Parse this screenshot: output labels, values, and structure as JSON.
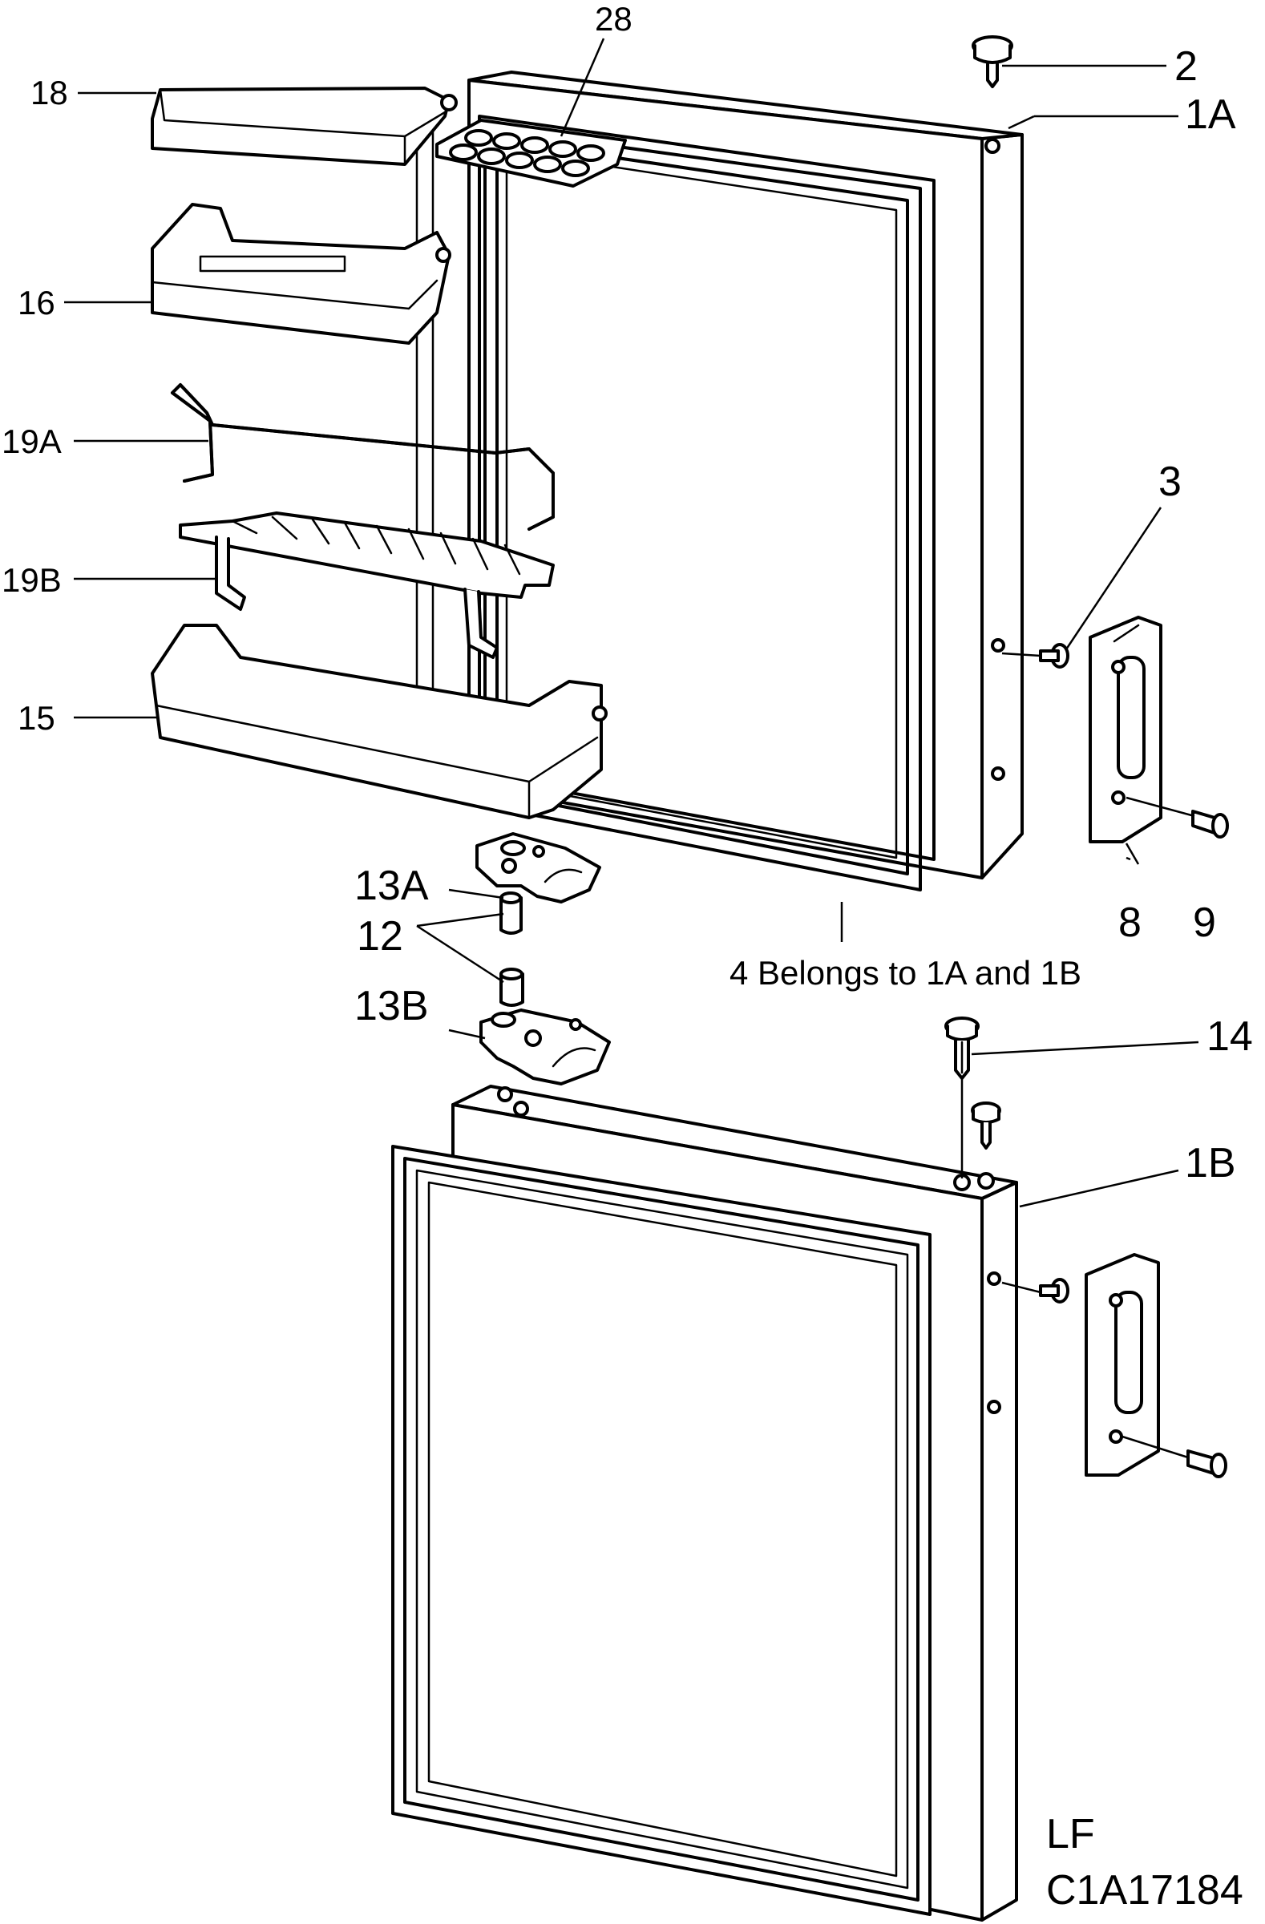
{
  "colors": {
    "line": "#000000",
    "background": "#ffffff",
    "part_fill": "#ffffff",
    "shade": "#e6e6e6"
  },
  "labels": {
    "p28": "28",
    "p2": "2",
    "p18": "18",
    "p1a": "1A",
    "p16": "16",
    "p19a": "19A",
    "p3": "3",
    "p19b": "19B",
    "p15": "15",
    "p13a": "13A",
    "p8": "8",
    "p9": "9",
    "p12": "12",
    "p4": "4  Belongs to 1A and 1B",
    "p13b": "13B",
    "p14": "14",
    "p1b": "1B",
    "code_line1": "LF",
    "code_line2": "C1A17184"
  }
}
